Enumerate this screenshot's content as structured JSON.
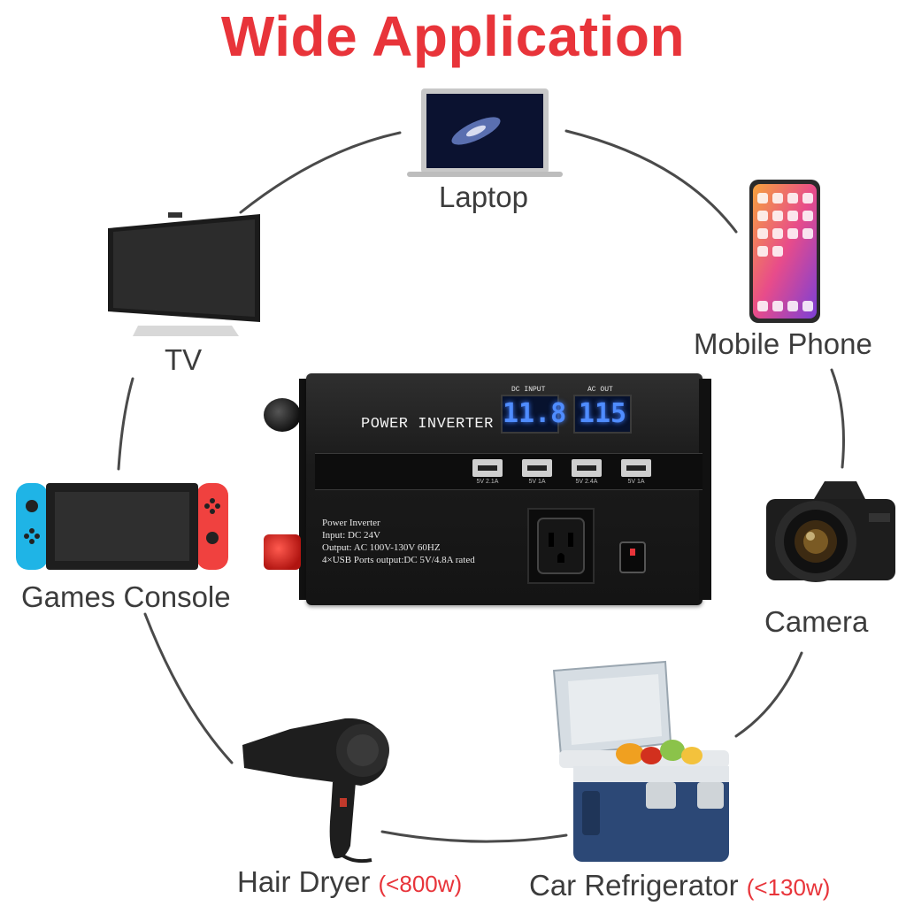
{
  "title": "Wide Application",
  "devices": {
    "laptop": "Laptop",
    "mobile_phone": "Mobile Phone",
    "tv": "TV",
    "games_console": "Games Console",
    "camera": "Camera",
    "hair_dryer": "Hair Dryer",
    "hair_dryer_power": "(<800w)",
    "car_refrigerator": "Car Refrigerator",
    "car_refrigerator_power": "(<130w)"
  },
  "inverter": {
    "name": "POWER INVERTER",
    "dc_input_label": "DC INPUT",
    "ac_out_label": "AC OUT",
    "dc_input_reading": "11.8",
    "ac_out_reading": "115",
    "usb_ports": [
      "5V 2.1A",
      "5V 1A",
      "5V 2.4A",
      "5V 1A"
    ],
    "spec_lines": [
      "Power Inverter",
      "Input: DC 24V",
      "Output: AC 100V-130V  60HZ",
      "4×USB Ports output:DC 5V/4.8A rated"
    ]
  },
  "colors": {
    "title": "#e8343a",
    "label": "#3c3c3c",
    "display": "#4f8cff"
  }
}
